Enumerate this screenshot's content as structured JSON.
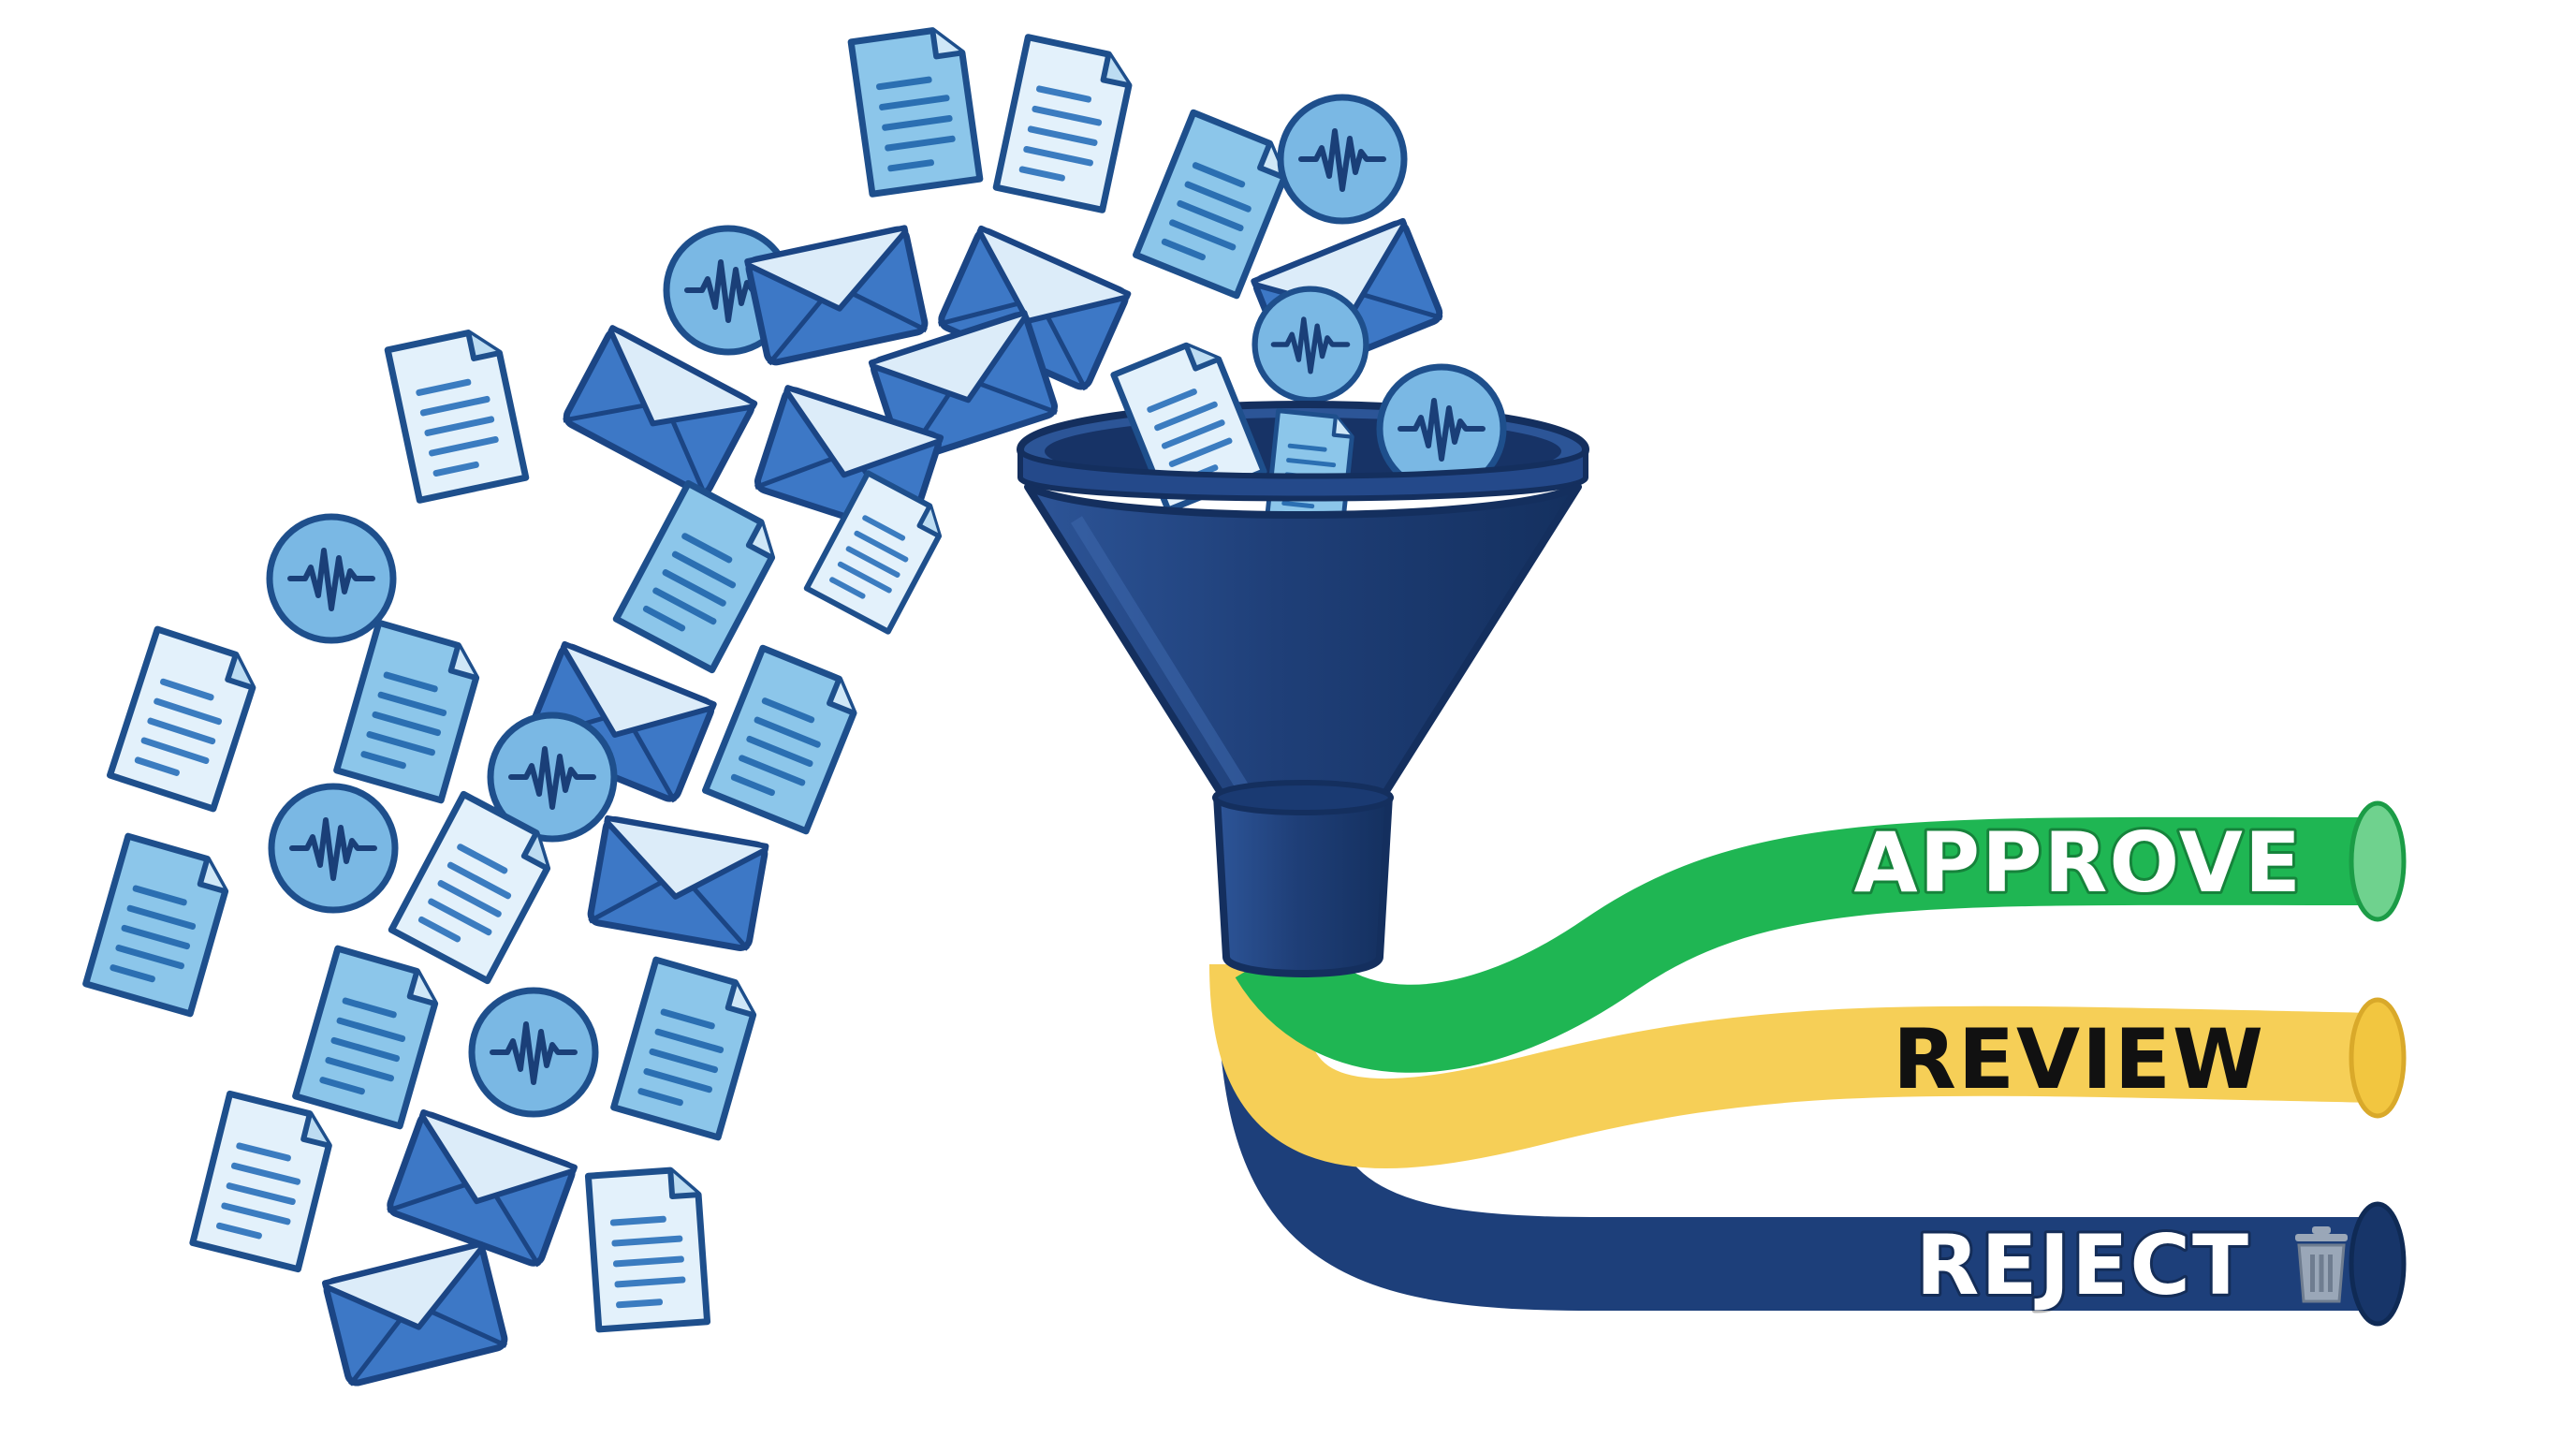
{
  "colors": {
    "approve": "#1fb653",
    "review": "#f6cf57",
    "reject": "#1d3f7a",
    "funnel": "#1f3f78",
    "icon_fill": "#7fbce4",
    "icon_fill_light": "#dbeefa",
    "icon_stroke": "#1e4f8c"
  },
  "funnel": {
    "outputs": [
      {
        "id": "approve",
        "label": "APPROVE",
        "color": "#1fb653",
        "text_color": "#ffffff"
      },
      {
        "id": "review",
        "label": "REVIEW",
        "color": "#f6cf57",
        "text_color": "#111111"
      },
      {
        "id": "reject",
        "label": "REJECT",
        "color": "#1d3f7a",
        "text_color": "#ffffff",
        "icon": "trash-icon"
      }
    ]
  },
  "input_items": {
    "types": [
      "document-icon",
      "email-icon",
      "audio-waveform-icon"
    ]
  }
}
